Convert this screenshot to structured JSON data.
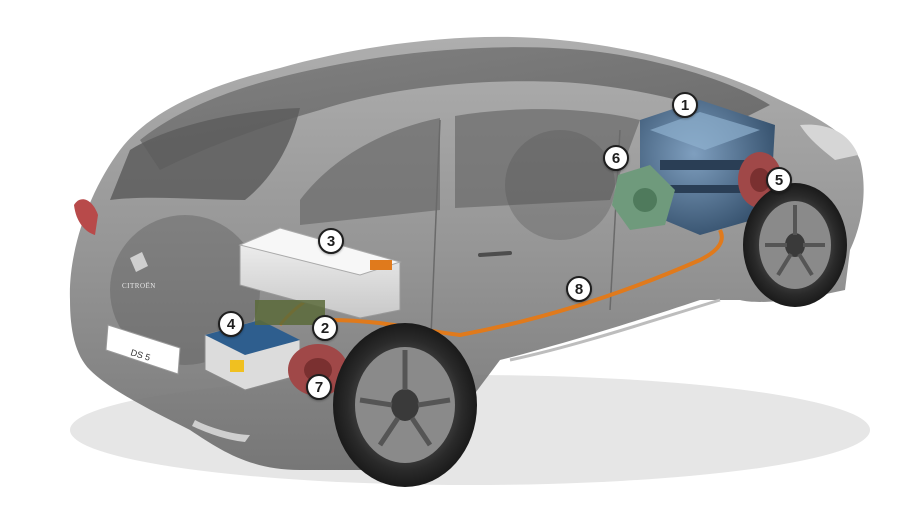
{
  "image": {
    "subject": "Citroën DS5 hybrid car phantom cutaway",
    "callouts": [
      {
        "number": "1",
        "component": "engine"
      },
      {
        "number": "2",
        "component": "power electronics"
      },
      {
        "number": "3",
        "component": "battery pack"
      },
      {
        "number": "4",
        "component": "inverter module"
      },
      {
        "number": "5",
        "component": "starter-alternator"
      },
      {
        "number": "6",
        "component": "gearbox"
      },
      {
        "number": "7",
        "component": "rear electric motor"
      },
      {
        "number": "8",
        "component": "high-voltage cable"
      }
    ],
    "license_plate": "DS 5",
    "badge_text": "CITROËN"
  },
  "colors": {
    "body": "#8e8e8e",
    "body_dark": "#5c5c5c",
    "glass": "#6f6f6f",
    "engine": "#3f5f7f",
    "gearbox": "#6f9a7c",
    "red_parts": "#a04848",
    "battery": "#e4e4e4",
    "cable": "#e07a1c",
    "tire": "#2a2a2a"
  }
}
